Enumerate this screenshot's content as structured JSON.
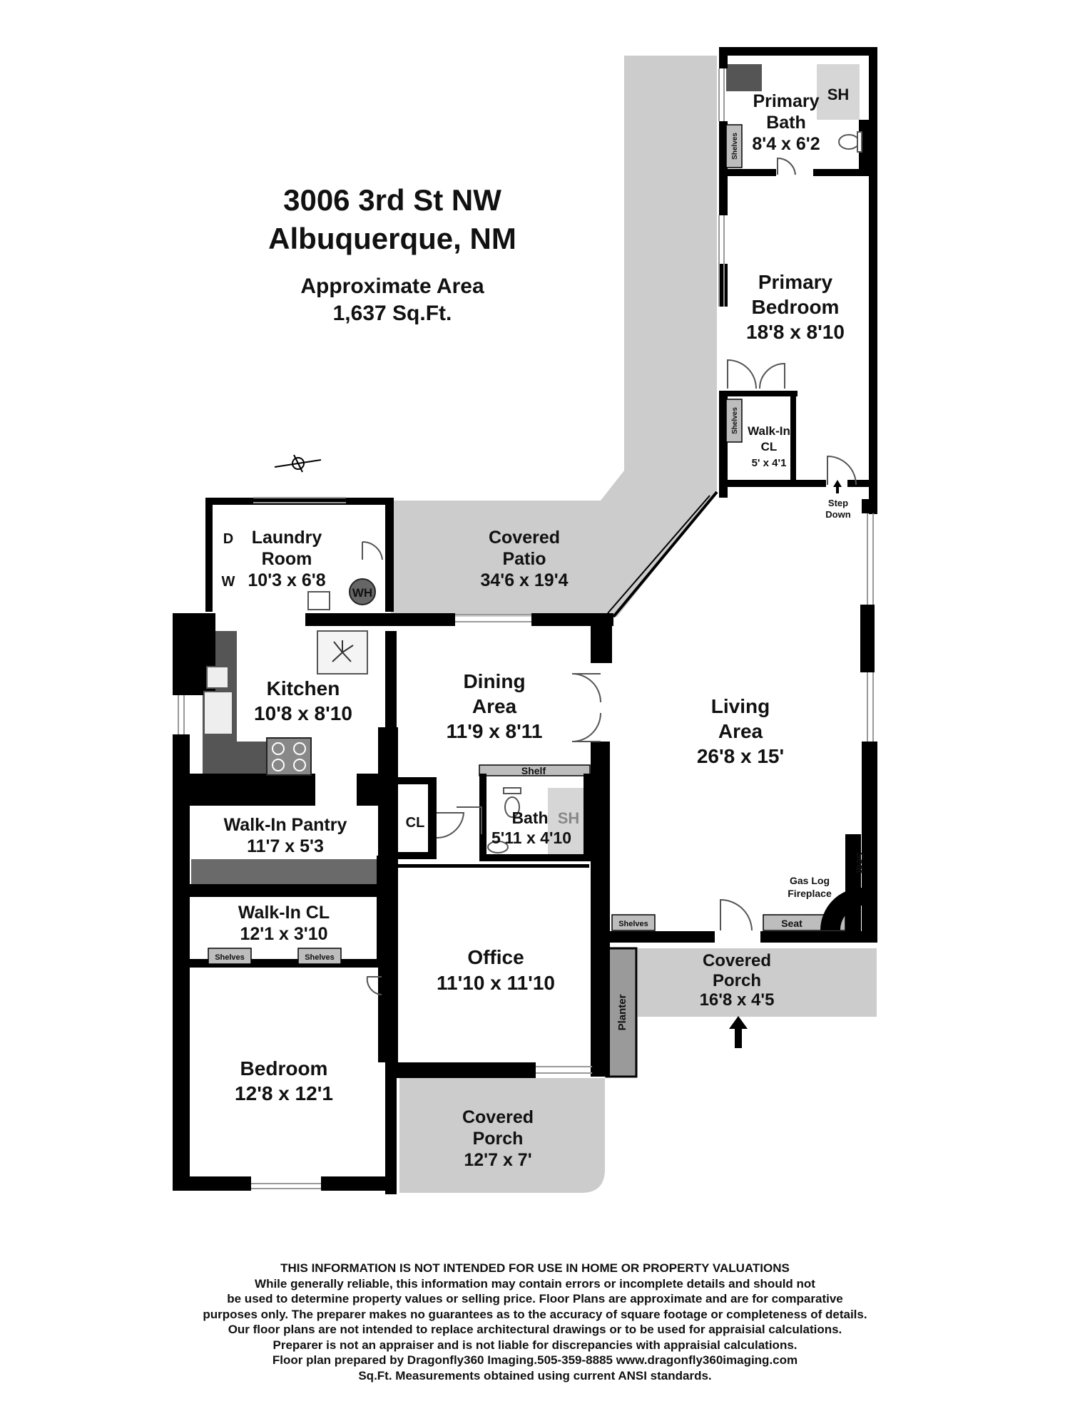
{
  "header": {
    "address_line1": "3006 3rd St NW",
    "address_line2": "Albuquerque, NM",
    "area_label": "Approximate Area",
    "area_value": "1,637 Sq.Ft."
  },
  "rooms": {
    "primary_bath": {
      "name": [
        "Primary",
        "Bath"
      ],
      "dims": "8'4 x 6'2"
    },
    "primary_bedroom": {
      "name": [
        "Primary",
        "Bedroom"
      ],
      "dims": "18'8 x 8'10"
    },
    "walkin_closet_primary": {
      "name": [
        "Walk-In",
        "CL"
      ],
      "dims": "5' x 4'1"
    },
    "laundry": {
      "name": [
        "Laundry",
        "Room"
      ],
      "dims": "10'3 x 6'8"
    },
    "covered_patio": {
      "name": [
        "Covered",
        "Patio"
      ],
      "dims": "34'6 x 19'4"
    },
    "kitchen": {
      "name": [
        "Kitchen"
      ],
      "dims": "10'8 x 8'10"
    },
    "dining": {
      "name": [
        "Dining",
        "Area"
      ],
      "dims": "11'9 x 8'11"
    },
    "living": {
      "name": [
        "Living",
        "Area"
      ],
      "dims": "26'8 x 15'"
    },
    "pantry": {
      "name": [
        "Walk-In Pantry"
      ],
      "dims": "11'7 x 5'3"
    },
    "bath": {
      "name": [
        "Bath"
      ],
      "dims": "5'11 x 4'10"
    },
    "walkin_closet": {
      "name": [
        "Walk-In CL"
      ],
      "dims": "12'1 x 3'10"
    },
    "office": {
      "name": [
        "Office"
      ],
      "dims": "11'10 x 11'10"
    },
    "covered_porch_front": {
      "name": [
        "Covered",
        "Porch"
      ],
      "dims": "16'8 x 4'5"
    },
    "bedroom": {
      "name": [
        "Bedroom"
      ],
      "dims": "12'8 x 12'1"
    },
    "covered_porch_back": {
      "name": [
        "Covered",
        "Porch"
      ],
      "dims": "12'7 x 7'"
    }
  },
  "fixture_labels": {
    "shower": "SH",
    "shelves": "Shelves",
    "shelf": "Shelf",
    "closet": "CL",
    "dryer": "D",
    "washer": "W",
    "water_heater": "WH",
    "seat": "Seat",
    "planter": "Planter",
    "fireplace": [
      "Gas Log",
      "Fireplace"
    ],
    "step_down": [
      "Step",
      "Down"
    ]
  },
  "colors": {
    "wall": "#000000",
    "patio_fill": "#cccccc",
    "counter": "#555555",
    "pantry_shelf": "#6a6a6a",
    "shelf_fill": "#bdbdbd",
    "window": "#bbbbbb"
  },
  "disclaimer": [
    "THIS INFORMATION IS NOT INTENDED FOR USE IN HOME OR PROPERTY VALUATIONS",
    "While generally reliable, this information may contain errors or incomplete details and should not",
    "be used to determine property values or selling price. Floor Plans are approximate and are for comparative",
    "purposes only. The preparer makes no guarantees as to the accuracy of square footage or completeness of details.",
    "Our floor plans are not intended to replace architectural drawings or to be used for appraisial calculations.",
    "Preparer is not an appraiser and is not liable for discrepancies with appraisial calculations.",
    "Floor plan prepared by Dragonfly360 Imaging.505-359-8885  www.dragonfly360imaging.com",
    "Sq.Ft. Measurements obtained using current ANSI standards."
  ]
}
